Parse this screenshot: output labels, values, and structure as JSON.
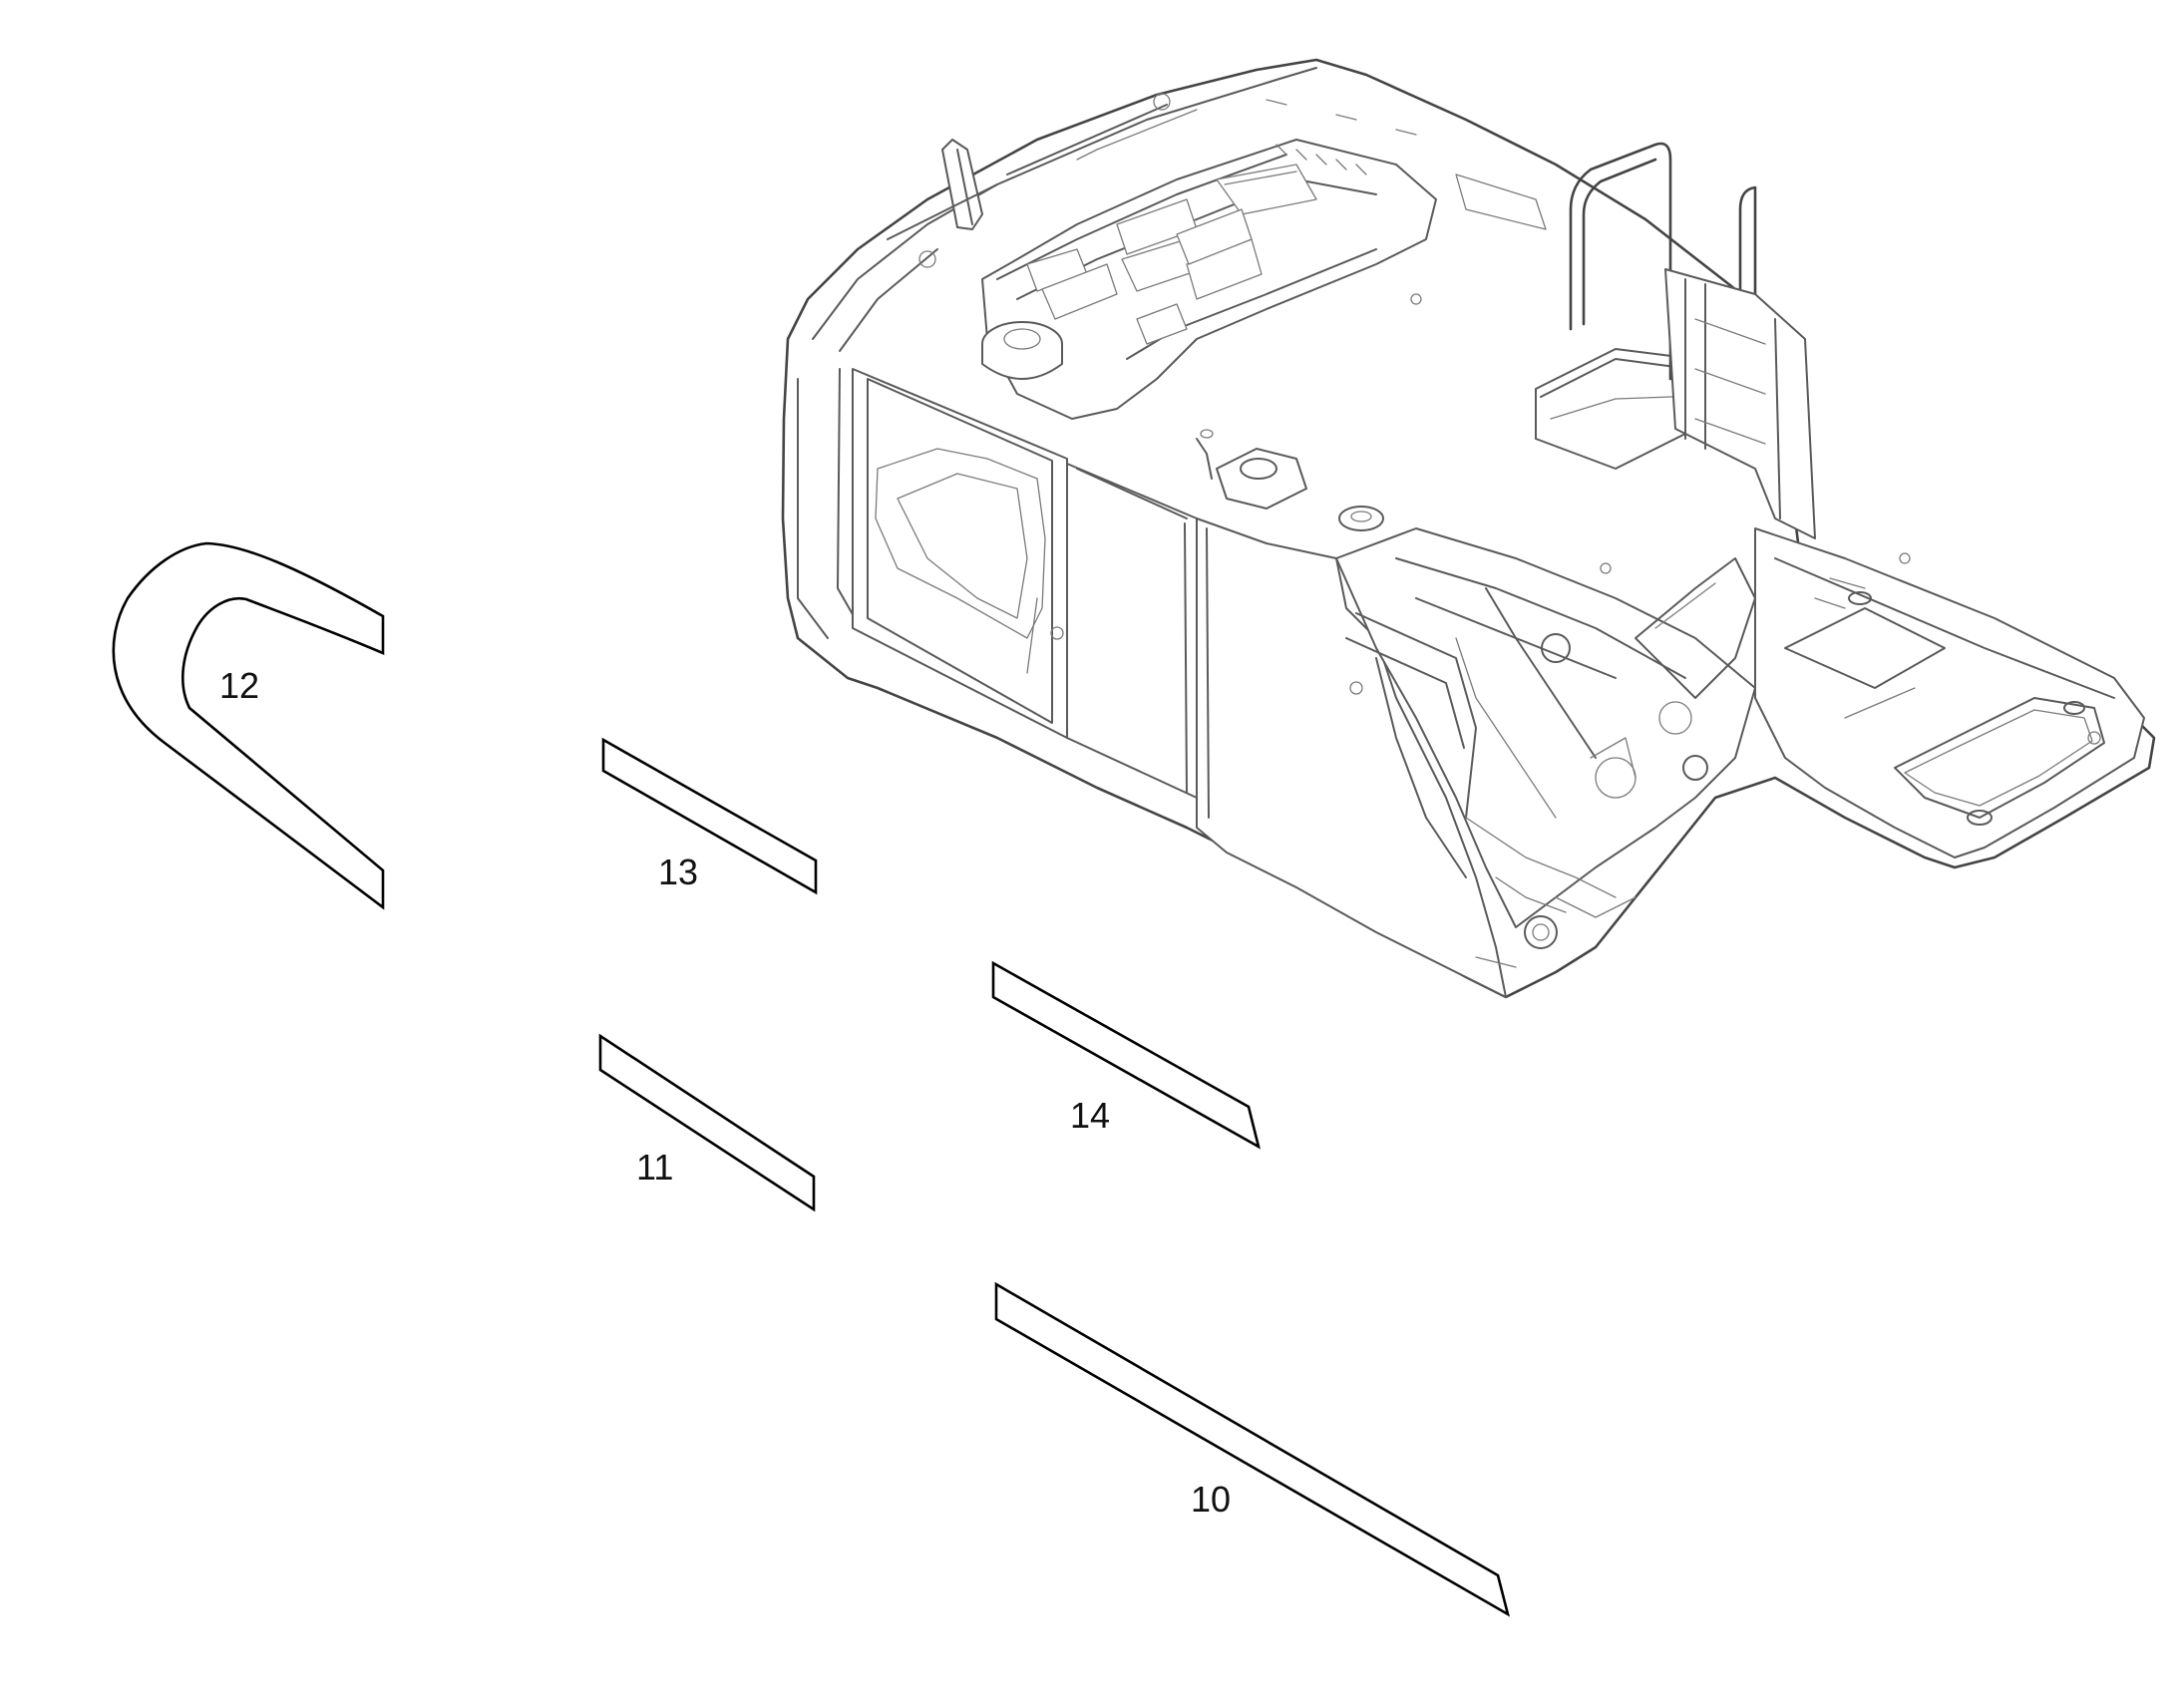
{
  "diagram": {
    "machine_icon": "excavator-upper-structure",
    "parts": [
      {
        "id": "decal-12",
        "label": "12"
      },
      {
        "id": "decal-13",
        "label": "13"
      },
      {
        "id": "decal-11",
        "label": "11"
      },
      {
        "id": "decal-14",
        "label": "14"
      },
      {
        "id": "decal-10",
        "label": "10"
      }
    ]
  }
}
